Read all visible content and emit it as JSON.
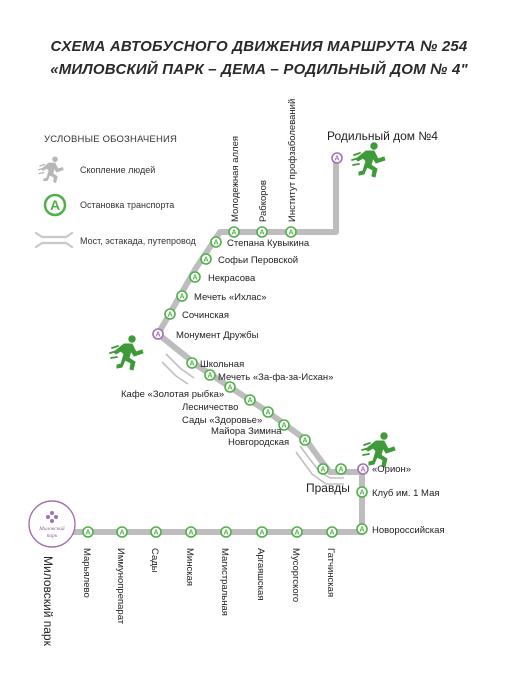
{
  "title": {
    "line1": "СХЕМА АВТОБУСНОГО ДВИЖЕНИЯ МАРШРУТА  № 254",
    "line2": "«МИЛОВСКИЙ ПАРК – ДЕМА – РОДИЛЬНЫЙ ДОМ  № 4\""
  },
  "legend": {
    "title": "УСЛОВНЫЕ ОБОЗНАЧЕНИЯ",
    "crowd": "Скопление людей",
    "stop": "Остановка транспорта",
    "bridge": "Мост, эстакада, путепровод",
    "stop_letter": "А"
  },
  "logo": {
    "text_line1": "Миловский",
    "text_line2": "парк"
  },
  "colors": {
    "route": "#bdbdbd",
    "stop": "#4fb04a",
    "terminal": "#a070b0",
    "crowd_icon": "#3f9a3a",
    "crowd_legend": "#b7b7b7"
  },
  "stops": {
    "bottom": [
      "Миловский парк",
      "Марьялево",
      "Иммунопрепарат",
      "Сады",
      "Минская",
      "Магистральная",
      "Аргаяшская",
      "Мусоргского",
      "Гатчинская"
    ],
    "right": [
      "Новороссийская",
      "Клуб им. 1 Мая",
      "«Орион»"
    ],
    "pravdy": "Правды",
    "diagonal_lower": [
      "Новгородская",
      "Майора Зимина",
      "Сады «Здоровье»",
      "Лесничество",
      "Кафе «Золотая рыбка»",
      "Мечеть «За-фа-за-Исхан»",
      "Школьная"
    ],
    "monument": "Монумент Дружбы",
    "diagonal_upper": [
      "Сочинская",
      "Мечеть «Ихлас»",
      "Некрасова",
      "Софьи Перовской",
      "Степана Кувыкина"
    ],
    "top": [
      "Молодежная аллея",
      "Рабкоров",
      "Институт профзаболеваний"
    ],
    "terminal": "Родильный дом №4"
  }
}
